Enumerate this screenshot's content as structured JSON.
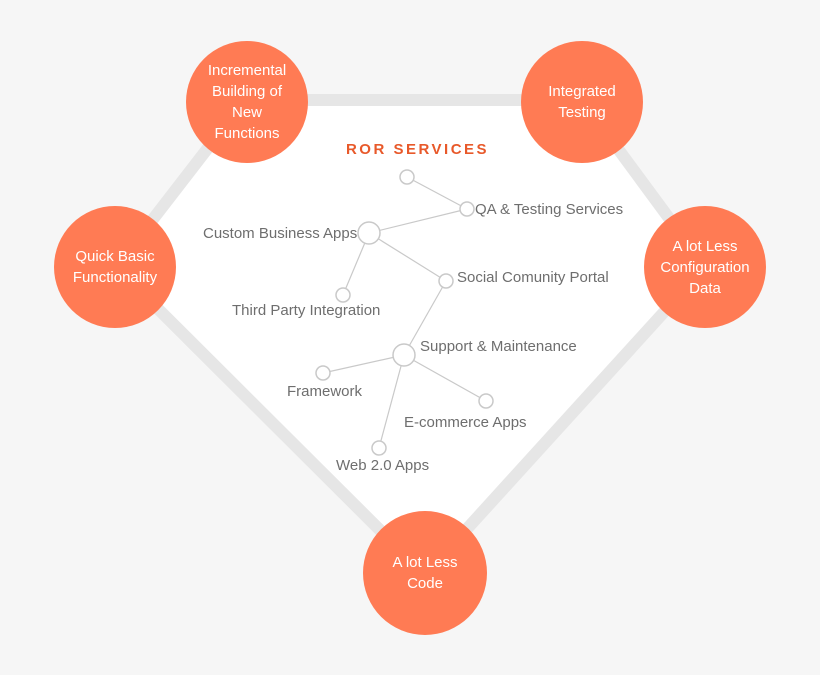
{
  "colors": {
    "background": "#f6f6f6",
    "outline": "#e6e6e6",
    "bubble": "#ff7b54",
    "title": "#e8592a",
    "label": "#6e6e6e",
    "node_stroke": "#c9c9c9"
  },
  "title": "ROR SERVICES",
  "bubbles": {
    "incremental": "Incremental\nBuilding of  New\nFunctions",
    "integrated": "Integrated\nTesting",
    "quick_basic": "Quick  Basic\nFunctionality",
    "config_data": "A lot Less\nConfiguration\nData",
    "less_code": "A lot Less\nCode"
  },
  "nodes": {
    "qa_testing": "QA & Testing Services",
    "custom_business": "Custom Business Apps",
    "social_community": "Social Comunity Portal",
    "third_party": "Third Party Integration",
    "support_maintenance": "Support & Maintenance",
    "framework": "Framework",
    "ecommerce": "E-commerce Apps",
    "web20": "Web 2.0 Apps"
  }
}
